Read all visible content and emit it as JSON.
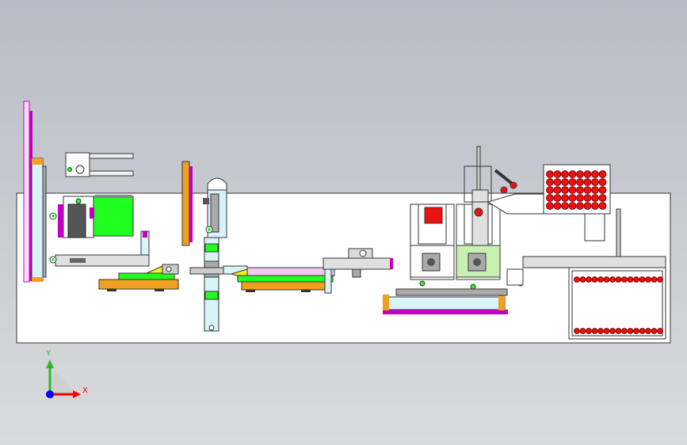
{
  "viewport": {
    "background_top": "#b7bcc5",
    "background_bottom": "#d9dadc",
    "model_base_color": "#ffffff"
  },
  "triad": {
    "x_label": "X",
    "y_label": "Y",
    "x_color": "#ff0000",
    "y_color": "#2eb82e",
    "z_color": "#0000ff"
  },
  "colors": {
    "magenta": "#c000c0",
    "light_blue": "#d8f4f8",
    "cyan": "#40e0e8",
    "orange": "#f0a020",
    "green": "#20ff20",
    "light_green": "#c8f0b0",
    "red": "#ee1111",
    "yellow": "#f0f020",
    "pink": "#f0c8f0",
    "gray": "#c8c8c8",
    "dark": "#404040"
  },
  "parts": {
    "output_tray_balls_top_rows": 5,
    "output_tray_balls_top_cols": 8,
    "output_tray_balls_bottom": 15,
    "output_tray_balls_bottom2": 15
  }
}
